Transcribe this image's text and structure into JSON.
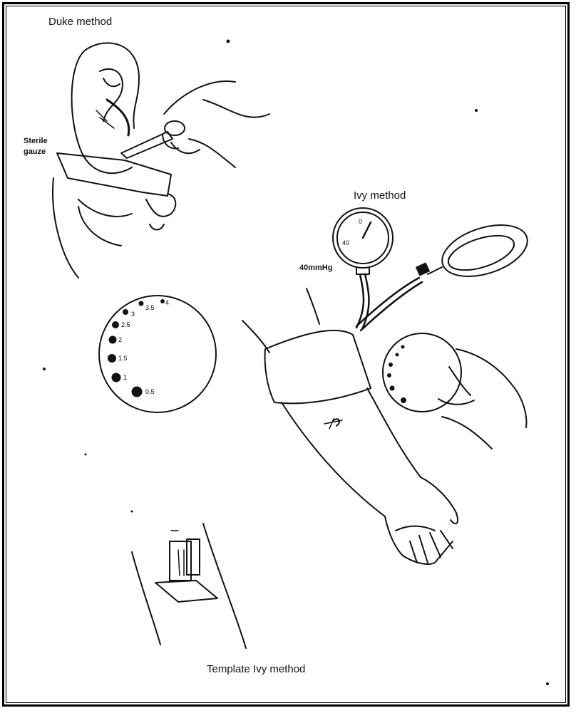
{
  "labels": {
    "duke_method": "Duke method",
    "sterile_gauze_line1": "Sterile",
    "sterile_gauze_line2": "gauze",
    "ivy_method": "Ivy method",
    "pressure": "40mmHg",
    "template_ivy_method": "Template Ivy method"
  },
  "gauge": {
    "zero": "0",
    "forty": "40"
  },
  "duke_blot_numbers": [
    "4",
    "3.5",
    "3",
    "2.5",
    "2",
    "1.5",
    "1",
    "0.5"
  ],
  "colors": {
    "ink": "#111111",
    "background": "#ffffff"
  }
}
